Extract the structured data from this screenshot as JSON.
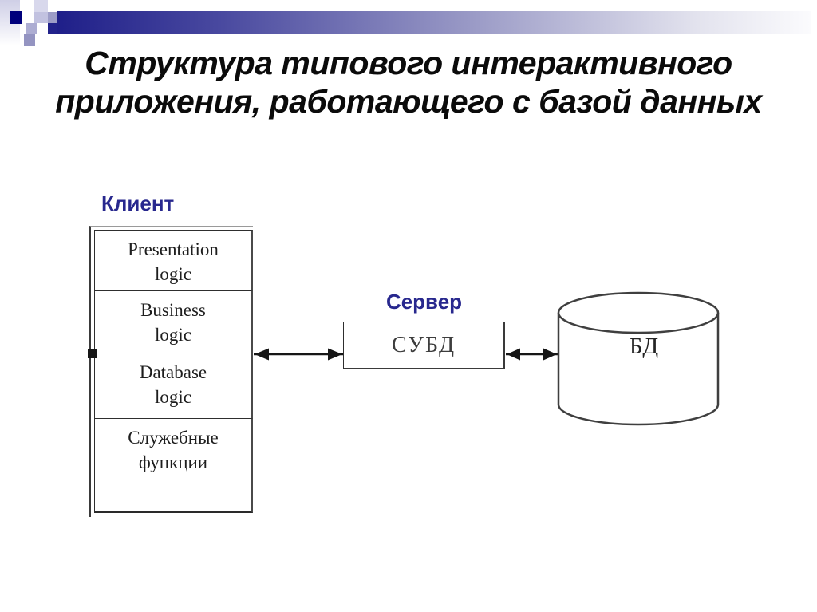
{
  "title": {
    "line1": "Структура типового интерактивного",
    "line2": "приложения, работающего с базой данных"
  },
  "client": {
    "label": "Клиент",
    "layers": [
      {
        "text": "Presentation\nlogic"
      },
      {
        "text": "Business\nlogic"
      },
      {
        "text": "Database\nlogic"
      },
      {
        "text": "Служебные\nфункции"
      }
    ]
  },
  "server": {
    "label": "Сервер",
    "dbms": "СУБД"
  },
  "database": {
    "label": "БД"
  },
  "colors": {
    "accent_navy": "#00007c",
    "bar_gradient_start": "#1f1f89",
    "label_blue": "#28288e",
    "line_black": "#161616"
  }
}
